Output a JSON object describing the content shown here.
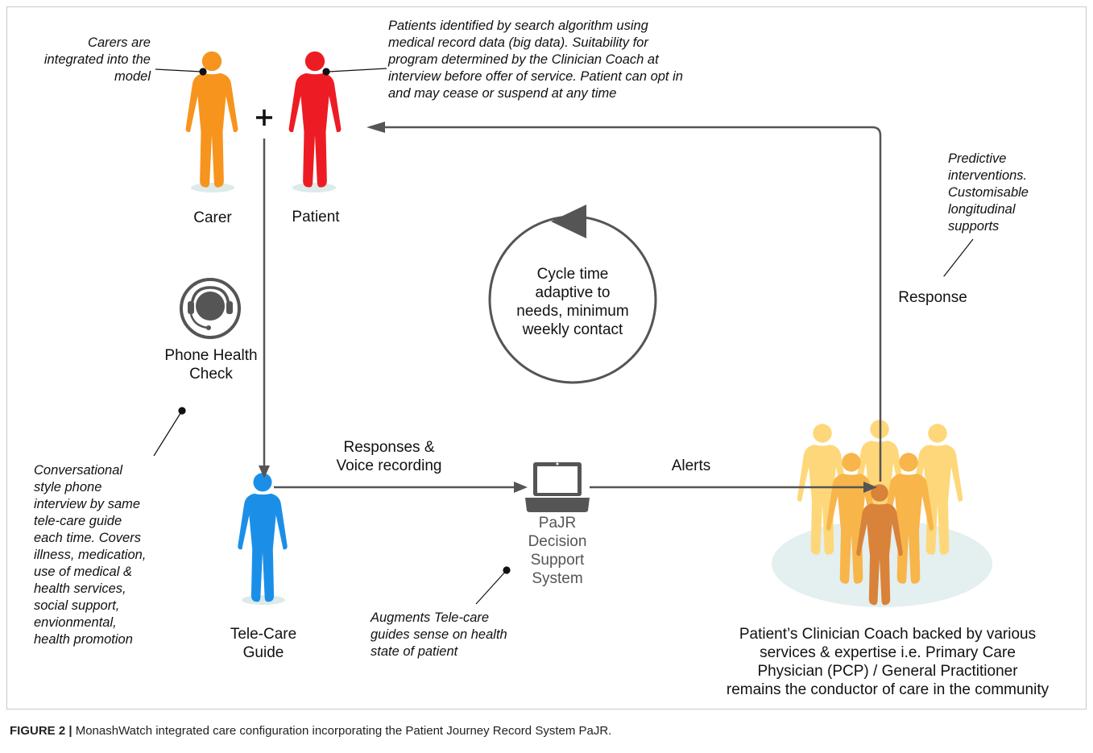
{
  "labels": {
    "carer": "Carer",
    "patient": "Patient",
    "phone_health_check": "Phone Health\nCheck",
    "cycle": "Cycle time\nadaptive to\nneeds, minimum\nweekly contact",
    "response": "Response",
    "responses_voice": "Responses &\nVoice recording",
    "alerts": "Alerts",
    "pajr": "PaJR\nDecision\nSupport\nSystem",
    "tele_care_guide": "Tele-Care\nGuide",
    "clinician_coach": "Patient’s Clinician Coach backed by various\nservices & expertise i.e. Primary Care\nPhysician (PCP) / General Practitioner\nremains the conductor of care in the community"
  },
  "notes": {
    "carers": "Carers are\nintegrated into the\nmodel",
    "patients": "Patients identified by search algorithm  using\nmedical record data (big data). Suitability for\nprogram determined by the Clinician Coach at\ninterview before offer of service. Patient can opt in\nand may cease or suspend at any time",
    "predictive": "Predictive\ninterventions.\nCustomisable\nlongitudinal\nsupports",
    "conversational": "Conversational\nstyle phone\ninterview by same\ntele-care guide\neach time. Covers\nillness, medication,\nuse of medical &\nhealth services,\nsocial support,\nenvionmental,\nhealth promotion",
    "augments": "Augments Tele-care\nguides sense on health\nstate of patient"
  },
  "caption": {
    "label": "FIGURE 2 |",
    "text": " MonashWatch integrated care configuration incorporating the Patient Journey Record System PaJR."
  },
  "colors": {
    "carer": "#f7941d",
    "patient": "#ed1c24",
    "tele_care_guide": "#1b8fe8",
    "arrows": "#555555",
    "team_light": "#fdd77a",
    "team_mid": "#f7b54a",
    "team_dark": "#d9823a"
  },
  "icons": [
    "plus-icon",
    "headset-icon",
    "laptop-icon",
    "cycle-arrow-icon"
  ]
}
